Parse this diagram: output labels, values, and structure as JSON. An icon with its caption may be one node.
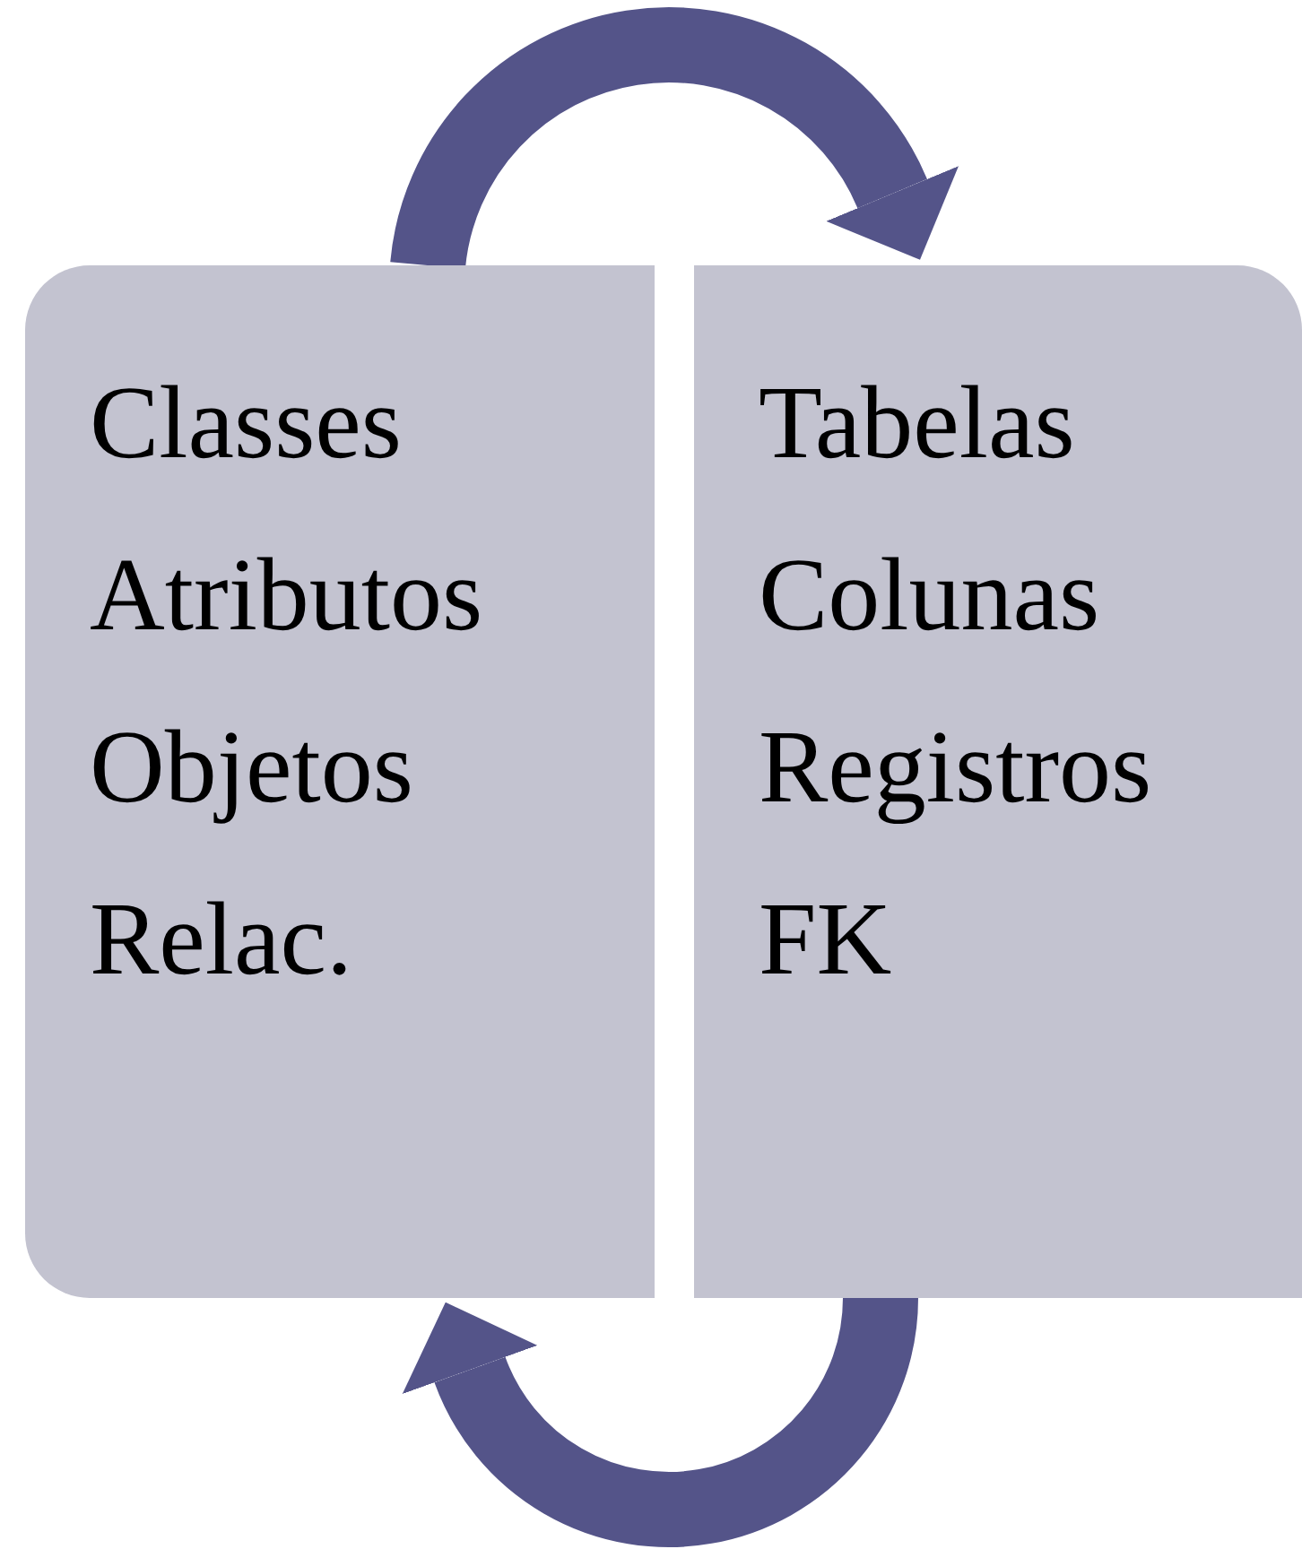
{
  "diagram": {
    "nodes": [
      {
        "text": [
          "Classes",
          "Atributos",
          "Objetos",
          "Relac."
        ]
      },
      {
        "text": [
          "Tabelas",
          "Colunas",
          "Registros",
          "FK"
        ]
      }
    ],
    "edges": [
      {
        "from": 0,
        "to": 1,
        "arrow": "to"
      },
      {
        "from": 1,
        "to": 0,
        "arrow": "to"
      }
    ]
  }
}
